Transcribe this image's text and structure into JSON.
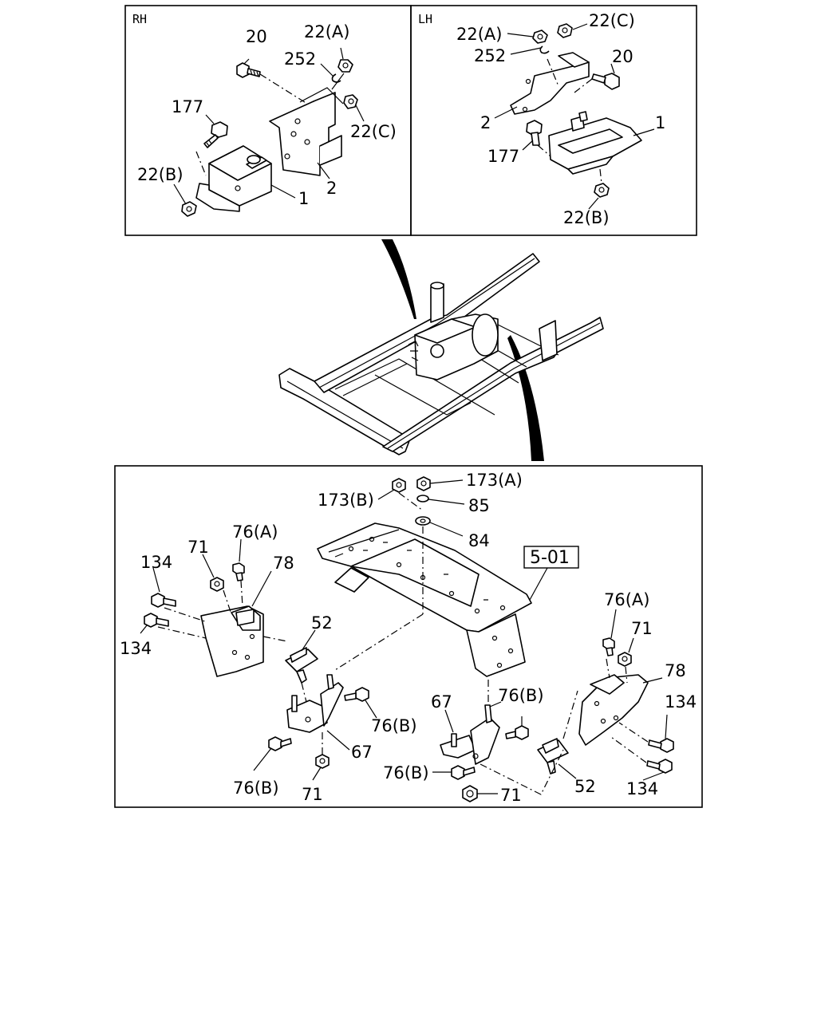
{
  "panels": {
    "rh": {
      "tag": "RH",
      "labels": {
        "p20": "20",
        "p22a": "22(A)",
        "p252": "252",
        "p177": "177",
        "p22c": "22(C)",
        "p22b": "22(B)",
        "p2": "2",
        "p1": "1"
      }
    },
    "lh": {
      "tag": "LH",
      "labels": {
        "p22a": "22(A)",
        "p22c": "22(C)",
        "p252": "252",
        "p20": "20",
        "p2": "2",
        "p1": "1",
        "p177": "177",
        "p22b": "22(B)"
      }
    }
  },
  "lower": {
    "ref_box": "5-01",
    "labels": {
      "p173a": "173(A)",
      "p173b": "173(B)",
      "p85": "85",
      "p84": "84",
      "l76a": "76(A)",
      "l71a": "71",
      "l134a": "134",
      "l78": "78",
      "l134b": "134",
      "l52": "52",
      "l76b1": "76(B)",
      "l67": "67",
      "l76b2": "76(B)",
      "l71b": "71",
      "r67": "67",
      "r76b1": "76(B)",
      "r76b2": "76(B)",
      "r71b": "71",
      "r52": "52",
      "r76a": "76(A)",
      "r71a": "71",
      "r78": "78",
      "r134a": "134",
      "r134b": "134"
    }
  }
}
